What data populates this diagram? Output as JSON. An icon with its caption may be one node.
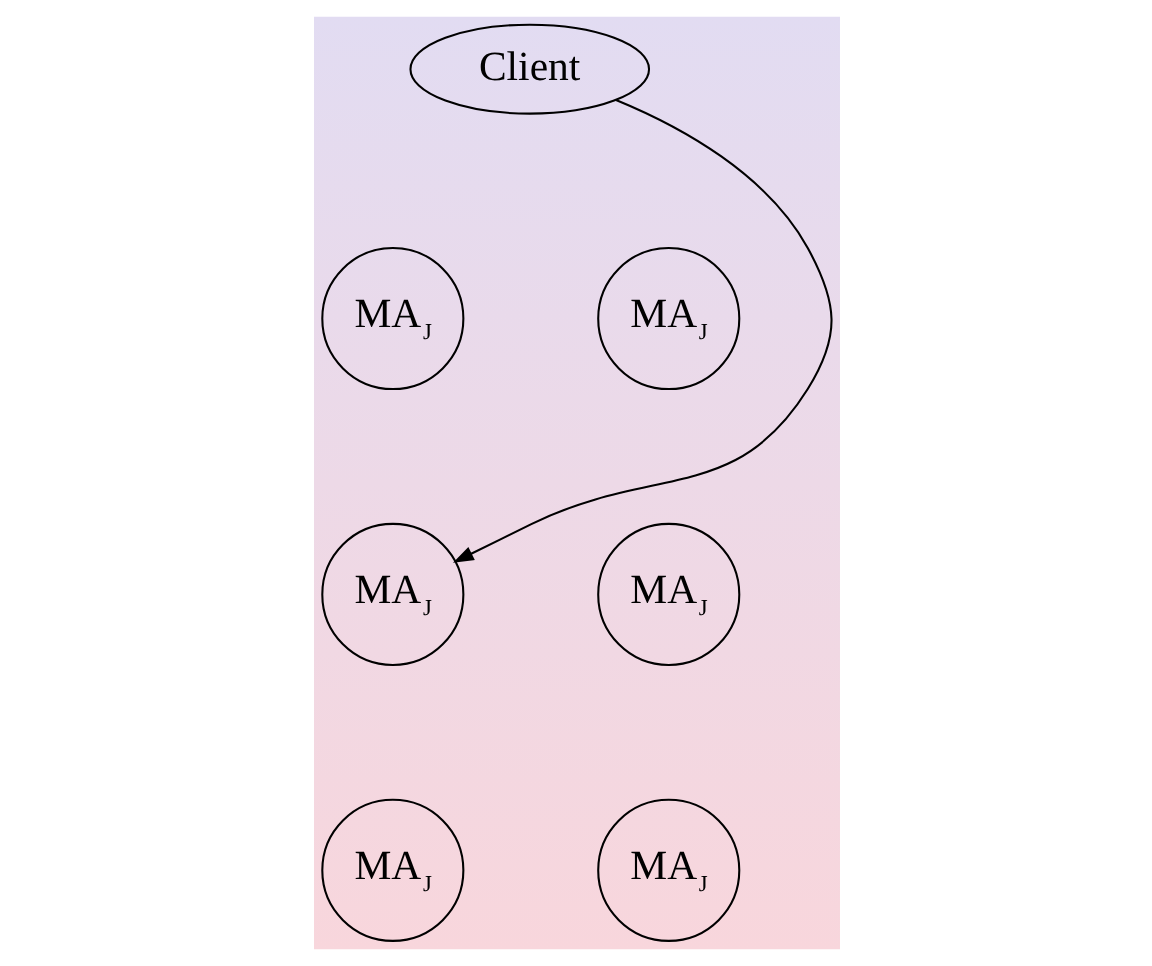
{
  "diagram": {
    "nodes": [
      {
        "text": [
          "Client"
        ]
      },
      {
        "text": [
          "MA$_{J}$"
        ]
      },
      {
        "text": [
          "MA$_{J}$"
        ]
      },
      {
        "text": [
          "MA$_{J}$"
        ]
      },
      {
        "text": [
          "MA$_{J}$"
        ]
      },
      {
        "text": [
          "MA$_{J}$"
        ]
      },
      {
        "text": [
          "MA$_{J}$"
        ]
      }
    ],
    "edges": [
      {
        "from": 0,
        "to": 3,
        "arrow": "to"
      }
    ]
  }
}
